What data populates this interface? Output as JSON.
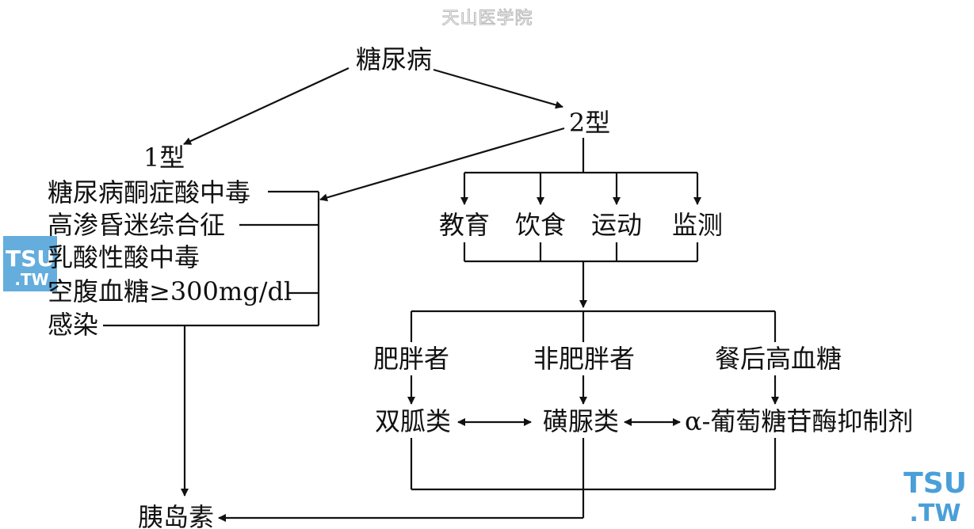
{
  "watermark_top": "天山医学院",
  "watermark_logo": {
    "line1": "TSU",
    "line2": ".TW",
    "color": "#4a9fd8"
  },
  "nodes": {
    "diabetes": "糖尿病",
    "type1": "1型",
    "type2": "2型",
    "complications": [
      "糖尿病酮症酸中毒",
      "高渗昏迷综合征",
      "乳酸性酸中毒",
      "空腹血糖≥300mg/dl",
      "感染"
    ],
    "measures": [
      "教育",
      "饮食",
      "运动",
      "监测"
    ],
    "groups": [
      "肥胖者",
      "非肥胖者",
      "餐后高血糖"
    ],
    "drugs": [
      "双胍类",
      "磺脲类",
      "α-葡萄糖苷酶抑制剂"
    ],
    "insulin": "胰岛素"
  }
}
